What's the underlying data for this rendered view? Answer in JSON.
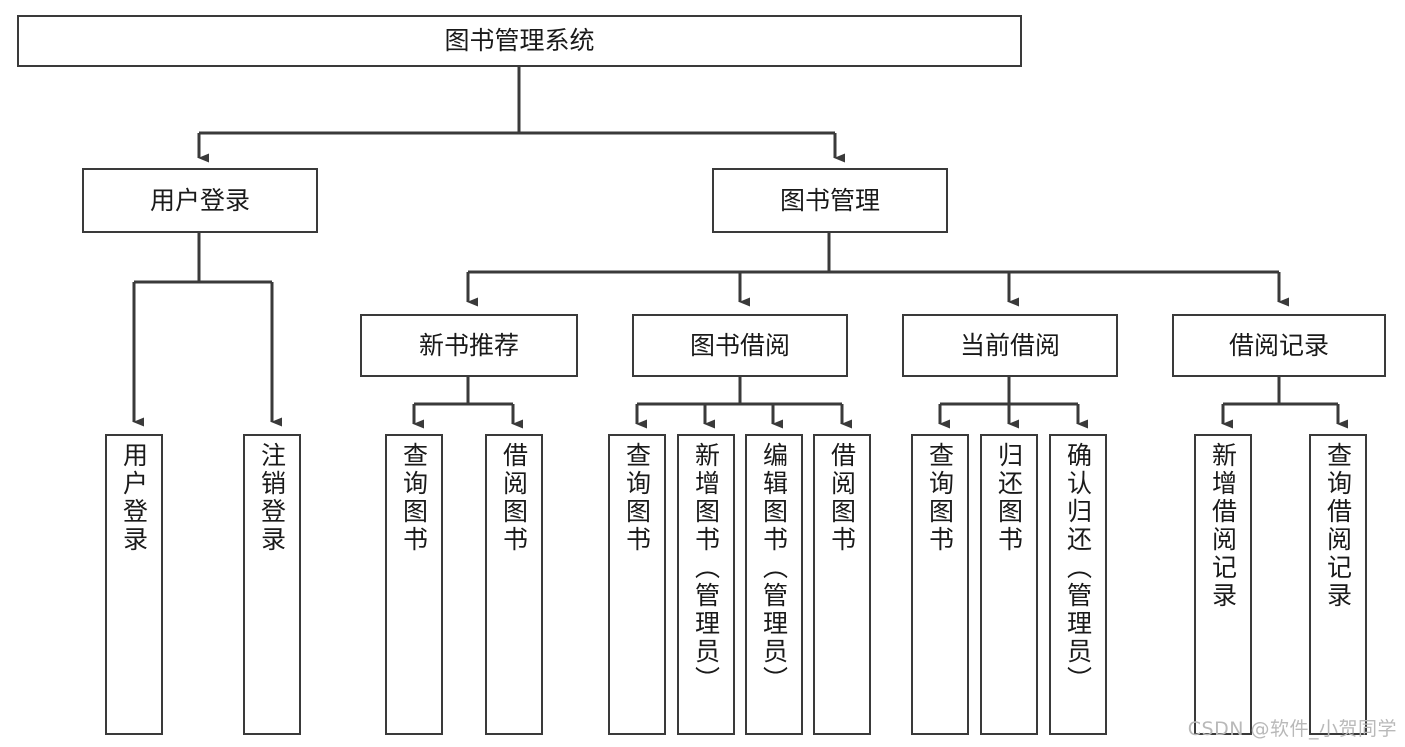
{
  "diagram": {
    "type": "tree-hierarchy",
    "title": "图书管理系统",
    "watermark": "CSDN @软件_小贺同学",
    "colors": {
      "stroke": "#3a3a3a",
      "fill": "#ffffff",
      "text": "#1a1a1a",
      "watermark": "#b9b9b9"
    },
    "nodes": {
      "root": {
        "label": "图书管理系统"
      },
      "level2": [
        {
          "id": "user-login",
          "label": "用户登录"
        },
        {
          "id": "book-management",
          "label": "图书管理"
        }
      ],
      "level3": [
        {
          "id": "new-book-recommend",
          "label": "新书推荐"
        },
        {
          "id": "book-borrow",
          "label": "图书借阅"
        },
        {
          "id": "current-borrow",
          "label": "当前借阅"
        },
        {
          "id": "borrow-record",
          "label": "借阅记录"
        }
      ],
      "leaves": {
        "user-login": [
          {
            "id": "user-login-leaf",
            "label": "用户登录"
          },
          {
            "id": "user-logout-leaf",
            "label": "注销登录"
          }
        ],
        "new-book-recommend": [
          {
            "id": "query-book-1",
            "label": "查询图书"
          },
          {
            "id": "borrow-book-1",
            "label": "借阅图书"
          }
        ],
        "book-borrow": [
          {
            "id": "query-book-2",
            "label": "查询图书"
          },
          {
            "id": "add-book",
            "label": "新增图书（管理员）"
          },
          {
            "id": "edit-book",
            "label": "编辑图书（管理员）"
          },
          {
            "id": "borrow-book-2",
            "label": "借阅图书"
          }
        ],
        "current-borrow": [
          {
            "id": "query-book-3",
            "label": "查询图书"
          },
          {
            "id": "return-book",
            "label": "归还图书"
          },
          {
            "id": "confirm-return",
            "label": "确认归还（管理员）"
          }
        ],
        "borrow-record": [
          {
            "id": "add-borrow-record",
            "label": "新增借阅记录"
          },
          {
            "id": "query-borrow-record",
            "label": "查询借阅记录"
          }
        ]
      }
    }
  }
}
